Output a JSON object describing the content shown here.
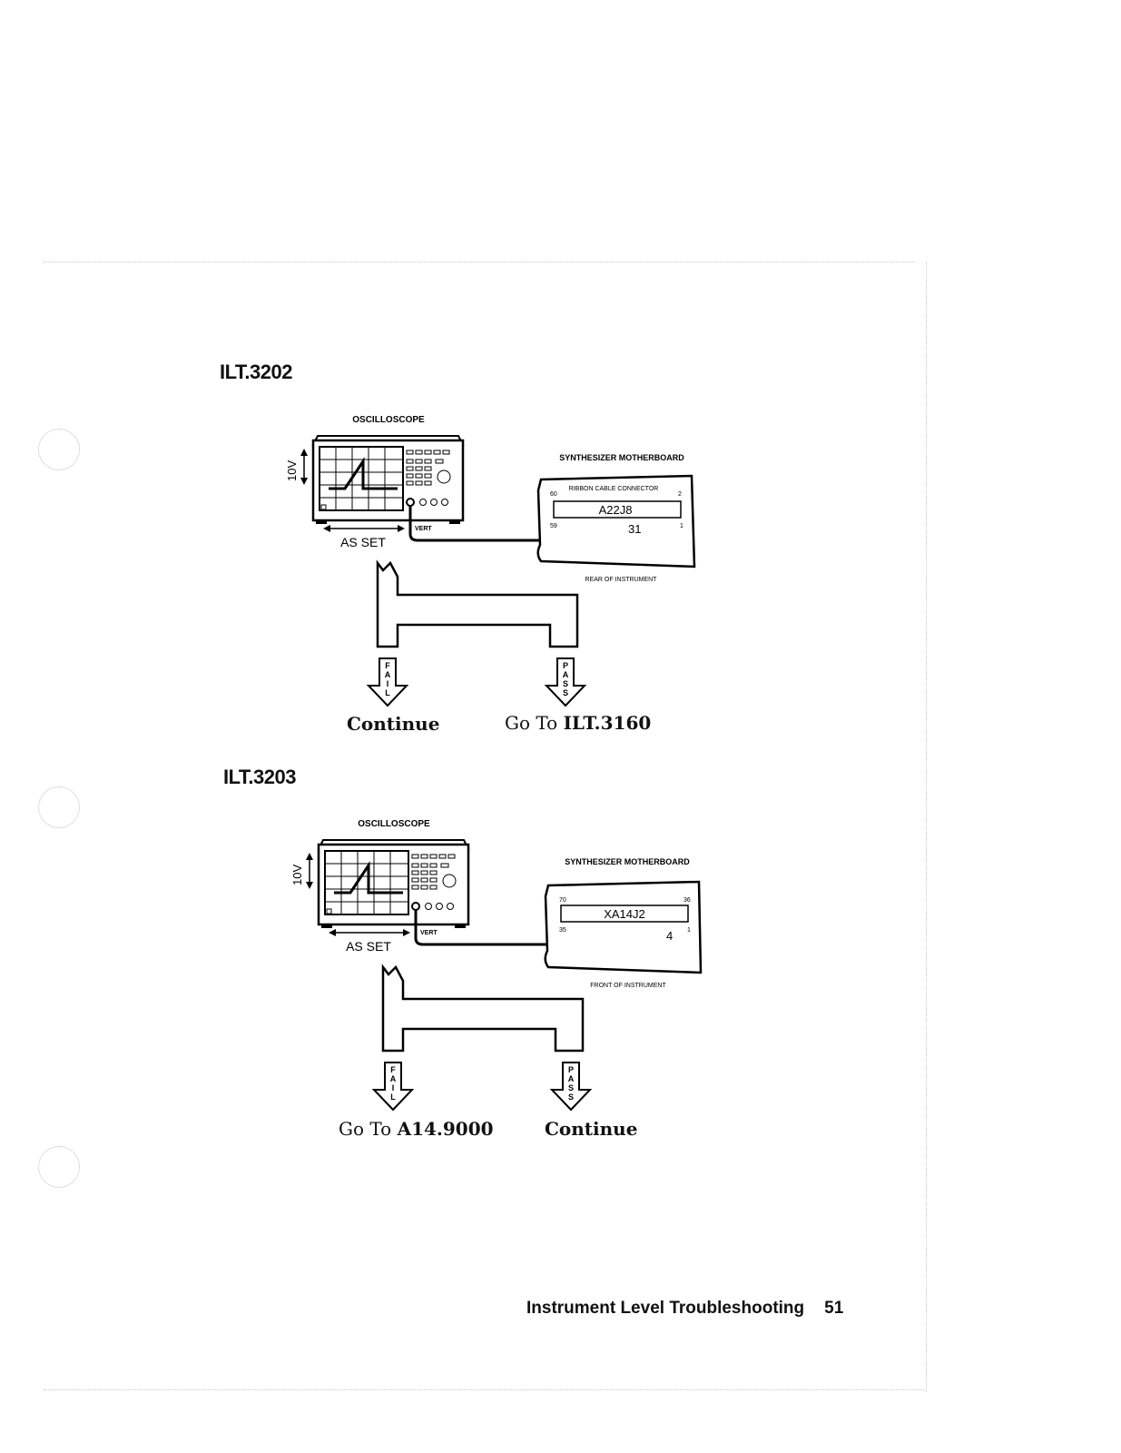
{
  "steps": [
    {
      "title": "ILT.3202",
      "scope_label": "OSCILLOSCOPE",
      "volts_label": "10V",
      "time_label": "AS SET",
      "vert_label": "VERT",
      "board_title": "SYNTHESIZER MOTHERBOARD",
      "connector_caption": "RIBBON CABLE CONNECTOR",
      "connector_name": "A22J8",
      "pin_top_left": "60",
      "pin_top_right": "2",
      "pin_bottom_left": "59",
      "pin_bottom_right": "1",
      "test_pin": "31",
      "location": "REAR OF INSTRUMENT",
      "fail_word": "FAIL",
      "pass_word": "PASS",
      "fail_prefix": "",
      "fail_target": "Continue",
      "pass_prefix": "Go To",
      "pass_target": "ILT.3160"
    },
    {
      "title": "ILT.3203",
      "scope_label": "OSCILLOSCOPE",
      "volts_label": "10V",
      "time_label": "AS SET",
      "vert_label": "VERT",
      "board_title": "SYNTHESIZER MOTHERBOARD",
      "connector_caption": "",
      "connector_name": "XA14J2",
      "pin_top_left": "70",
      "pin_top_right": "36",
      "pin_bottom_left": "35",
      "pin_bottom_right": "1",
      "test_pin": "4",
      "location": "FRONT OF INSTRUMENT",
      "fail_word": "FAIL",
      "pass_word": "PASS",
      "fail_prefix": "Go To",
      "fail_target": "A14.9000",
      "pass_prefix": "",
      "pass_target": "Continue"
    }
  ],
  "footer": {
    "section": "Instrument Level Troubleshooting",
    "page_number": "51"
  }
}
